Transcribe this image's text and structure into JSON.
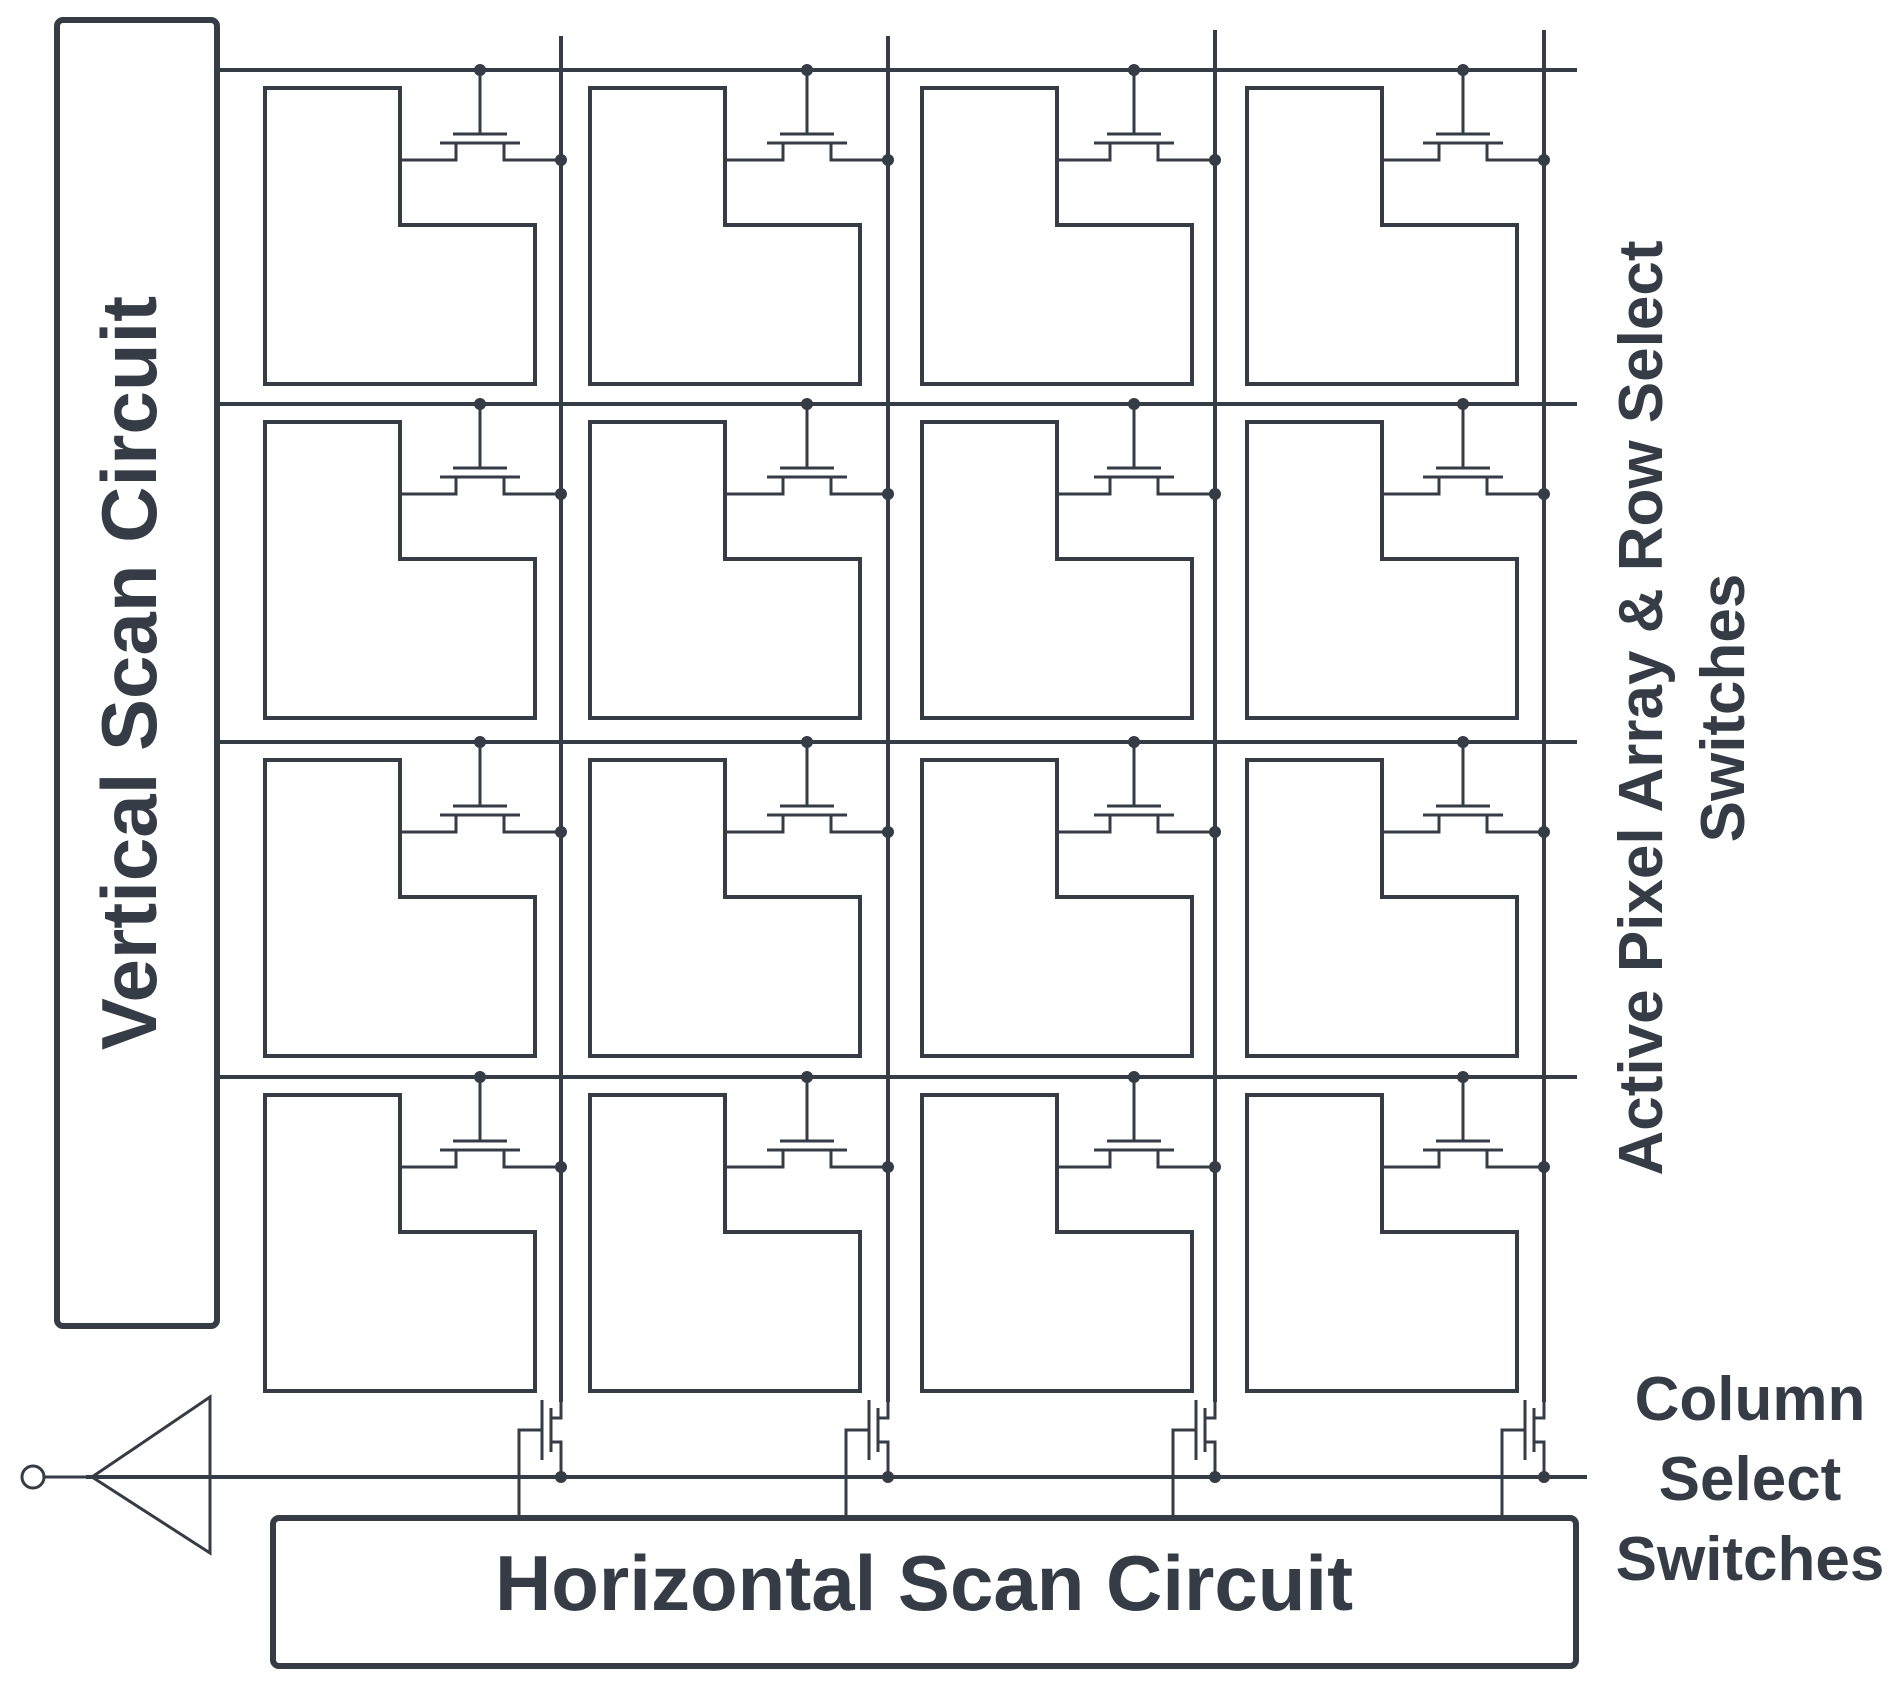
{
  "labels": {
    "vertical_scan": "Vertical Scan Circuit",
    "horizontal_scan": "Horizontal Scan Circuit",
    "pixel_array_line1": "Active Pixel Array & Row Select",
    "pixel_array_line2": "Switches",
    "column_select_line1": "Column",
    "column_select_line2": "Select",
    "column_select_line3": "Switches"
  },
  "array": {
    "rows": 4,
    "columns": 4
  },
  "colors": {
    "ink": "#363c45",
    "background": "#ffffff"
  }
}
